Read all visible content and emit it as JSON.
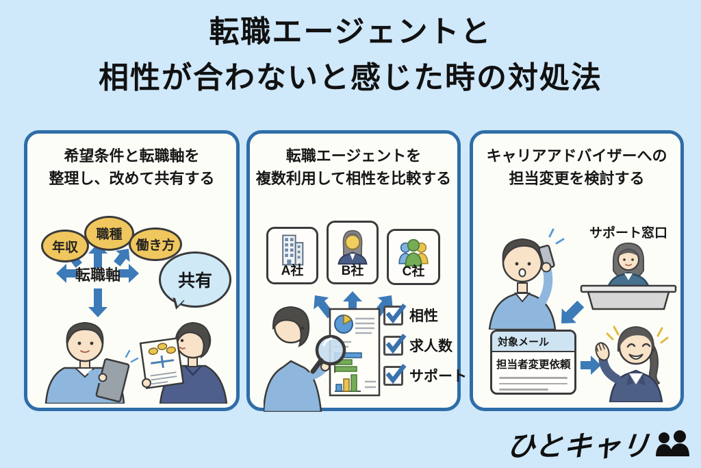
{
  "page": {
    "title_line1": "転職エージェントと",
    "title_line2": "相性が合わないと感じた時の対処法"
  },
  "logo": {
    "text": "ひとキャリ"
  },
  "colors": {
    "background": "#cfe8fa",
    "panel_border": "#2e6da8",
    "panel_bg": "#fdfdf8",
    "arrow_blue": "#3c7ab8",
    "oval_yellow": "#f0c75e",
    "speech_bubble_blue": "#cfe9f7",
    "mail_header_blue": "#cfe4f2",
    "sweater_blue": "#8fb7dd",
    "suit_navy": "#4e5f8d"
  },
  "panels": [
    {
      "title_line1": "希望条件と転職軸を",
      "title_line2": "整理し、改めて共有する",
      "axis_label": "転職軸",
      "bubbles": [
        "年収",
        "職種",
        "働き方"
      ],
      "speech": "共有"
    },
    {
      "title_line1": "転職エージェントを",
      "title_line2": "複数利用して相性を比較する",
      "companies": [
        "A社",
        "B社",
        "C社"
      ],
      "checklist": [
        "相性",
        "求人数",
        "サポート"
      ]
    },
    {
      "title_line1": "キャリアアドバイザーへの",
      "title_line2": "担当変更を検討する",
      "support_label": "サポート窓口",
      "mail_header": "対象メール",
      "mail_body": "担当者変更依頼"
    }
  ]
}
